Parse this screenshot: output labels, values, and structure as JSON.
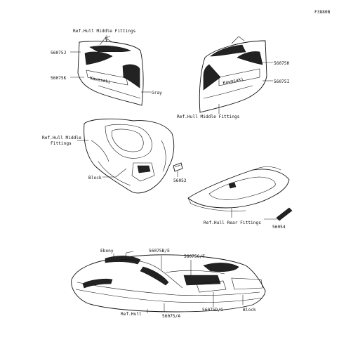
{
  "figure_code": "F3880B",
  "callouts": {
    "ref_hull_middle_top": "Ref.Hull Middle Fittings",
    "p56075J": "56075J",
    "p56075K": "56075K",
    "gray": "Gray",
    "p56075H": "56075H",
    "p56075I": "56075I",
    "ref_hull_middle_right": "Ref.Hull Middle Fittings",
    "ref_hull_middle_left_1": "Ref.Hull Middle",
    "ref_hull_middle_left_2": "Fittings",
    "block_mid": "Block",
    "p56052": "56052",
    "ref_hull_rear": "Ref.Hull Rear Fittings",
    "p56054": "56054",
    "ebony": "Ebony",
    "p56075B_E": "56075B/E",
    "p56075C_F": "56075C/F",
    "ref_hull": "Ref.Hull",
    "p56075_A": "56075/A",
    "p56075D_G": "56075D/G",
    "block_bottom": "Block"
  },
  "decal_text": {
    "left_panel": "Kawasaki",
    "right_panel": "Kawasaki"
  },
  "icons": [
    "decal-panel-left",
    "decal-panel-right",
    "hull-middle-part",
    "decal-56052",
    "rear-fitting-part",
    "decal-56054",
    "jet-ski"
  ]
}
